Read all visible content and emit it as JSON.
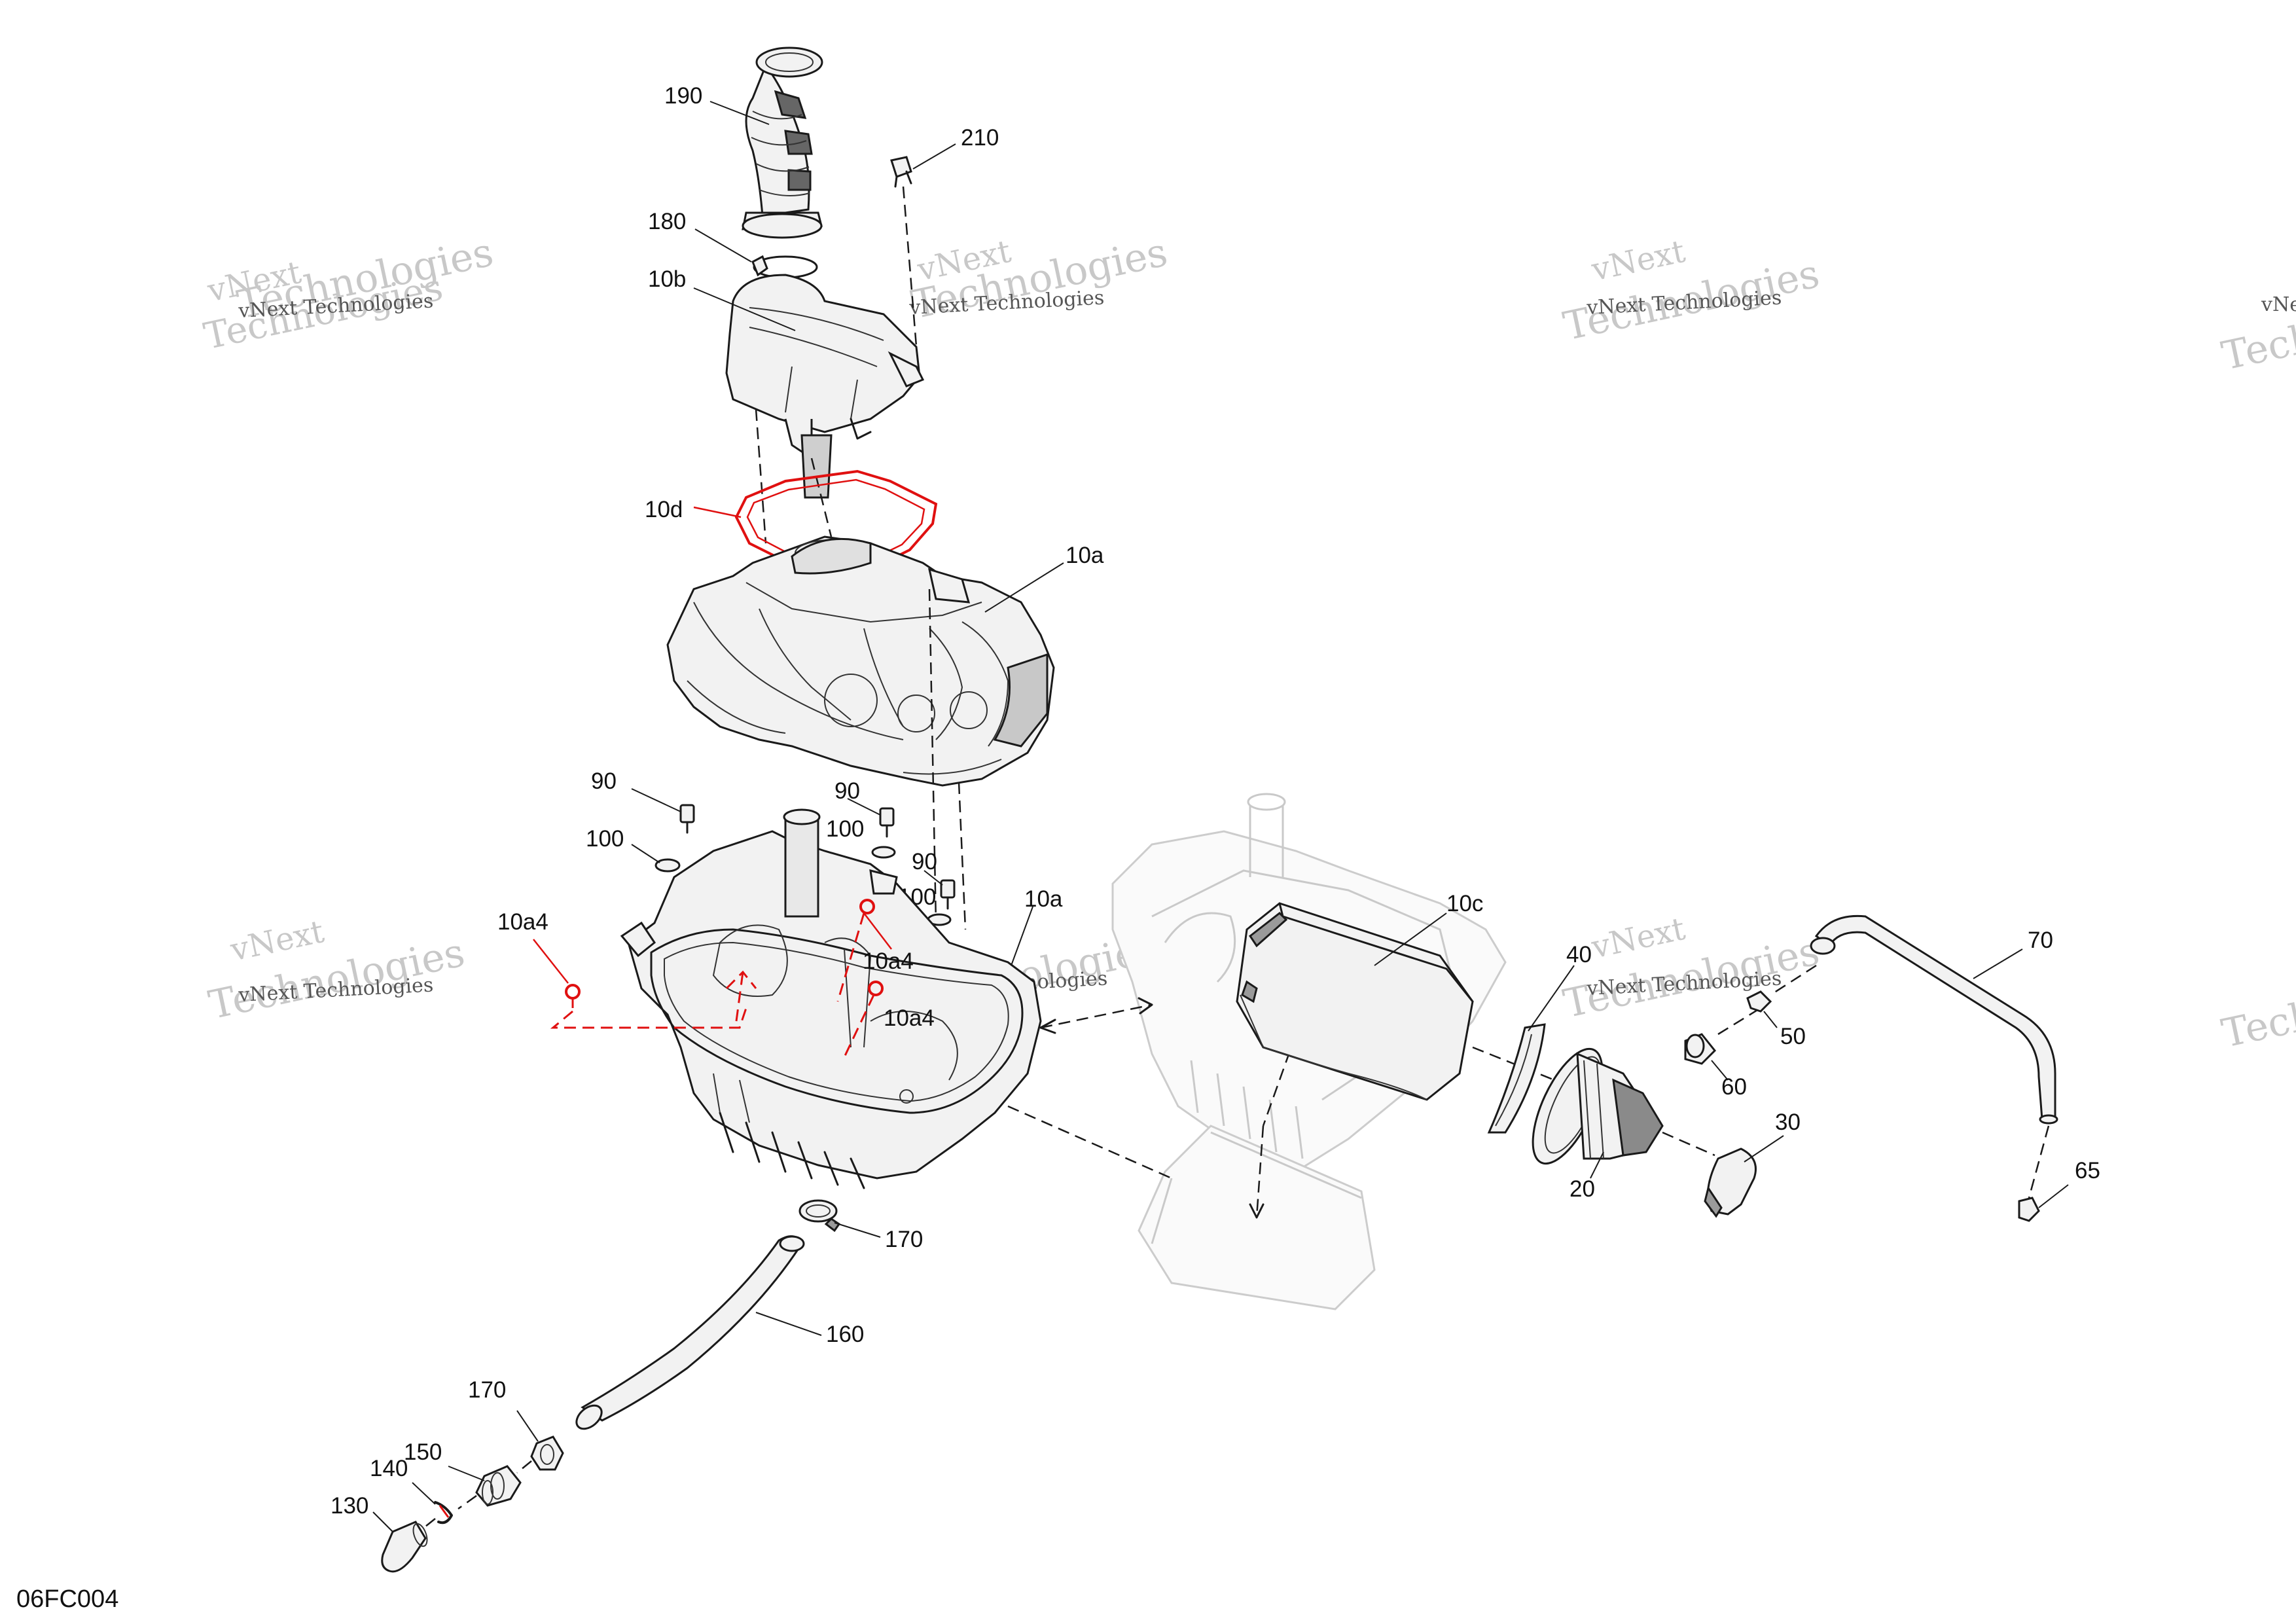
{
  "diagram_code": "06FC004",
  "watermark": {
    "line1": "vNext Technologies",
    "line2": "Technologies",
    "line3": "vNext"
  },
  "callouts": [
    {
      "id": "c190",
      "text": "190"
    },
    {
      "id": "c210",
      "text": "210"
    },
    {
      "id": "c180",
      "text": "180"
    },
    {
      "id": "c10b",
      "text": "10b"
    },
    {
      "id": "c10d",
      "text": "10d"
    },
    {
      "id": "c10a_top",
      "text": "10a"
    },
    {
      "id": "c90_a",
      "text": "90"
    },
    {
      "id": "c100_a",
      "text": "100"
    },
    {
      "id": "c90_b",
      "text": "90"
    },
    {
      "id": "c100_b",
      "text": "100"
    },
    {
      "id": "c90_c",
      "text": "90"
    },
    {
      "id": "c100_c",
      "text": "100"
    },
    {
      "id": "c10a_bottom",
      "text": "10a"
    },
    {
      "id": "c10a4_a",
      "text": "10a4"
    },
    {
      "id": "c10a4_b",
      "text": "10a4"
    },
    {
      "id": "c10a4_c",
      "text": "10a4"
    },
    {
      "id": "c10c",
      "text": "10c"
    },
    {
      "id": "c40",
      "text": "40"
    },
    {
      "id": "c50",
      "text": "50"
    },
    {
      "id": "c60",
      "text": "60"
    },
    {
      "id": "c70",
      "text": "70"
    },
    {
      "id": "c30",
      "text": "30"
    },
    {
      "id": "c20",
      "text": "20"
    },
    {
      "id": "c65",
      "text": "65"
    },
    {
      "id": "c170_a",
      "text": "170"
    },
    {
      "id": "c160",
      "text": "160"
    },
    {
      "id": "c170_b",
      "text": "170"
    },
    {
      "id": "c150",
      "text": "150"
    },
    {
      "id": "c140",
      "text": "140"
    },
    {
      "id": "c130",
      "text": "130"
    }
  ],
  "colors": {
    "line": "#1a1a1a",
    "highlight": "#e01010",
    "ghost": "#c9c9c9",
    "watermark": "#c8c8c8"
  }
}
